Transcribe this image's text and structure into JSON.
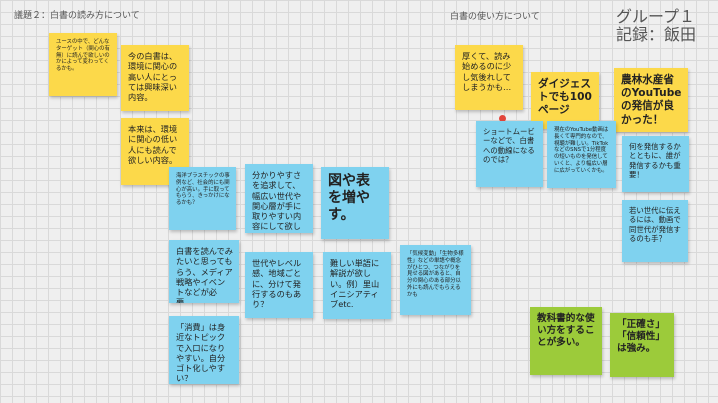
{
  "headings": {
    "left": "議題２：白書の読み方について",
    "right": "白書の使い方について"
  },
  "group_label": "グループ１\n記録：飯田",
  "notes": [
    {
      "id": "n1",
      "text": "ユースの中で、どんな ターゲット（関心の有無）に読んで欲しいのかによって変わってくるかも。"
    },
    {
      "id": "n2",
      "text": "今の白書は、環境に関心の高い人にとっては興味深い内容。"
    },
    {
      "id": "n3",
      "text": "本来は、環境に関心の低い人にも読んで欲しい内容。"
    },
    {
      "id": "n4",
      "text": "海洋プラスチックの事例など、社会的にも関心が高い。手に取ってもらう、きっかけになるかも？"
    },
    {
      "id": "n5",
      "text": "分かりやすさを追求して、幅広い世代や関心層が手に取りやすい内容にして欲しい。"
    },
    {
      "id": "n6",
      "text": "図や表を増やす。"
    },
    {
      "id": "n7",
      "text": "白書を読んでみたいと思ってもらう、メディア戦略やイベントなどが必要。"
    },
    {
      "id": "n8",
      "text": "世代やレベル感、地域ごとに、分けて発行するのもあり？"
    },
    {
      "id": "n9",
      "text": "難しい単語に解説が欲しい。例）里山イニシアティブetc."
    },
    {
      "id": "n10",
      "text": "「気候変動」「生物多様性」などの単語や概念がひとつ、つながりを見せる図があると、自分の関心のある部分以外にも読んでもらえるかも"
    },
    {
      "id": "n11",
      "text": "「消費」は身近なトピックで入口になりやすい。自分ゴト化しやすい？"
    },
    {
      "id": "n12",
      "text": "厚くて、読み始めるのに少し気後れしてしまうかも…"
    },
    {
      "id": "n13",
      "text": "ダイジェストでも100ページ"
    },
    {
      "id": "n14",
      "text": "農林水産省のYouTubeの発信が良かった！"
    },
    {
      "id": "n15",
      "text": "ショートムービーなどで、白書への動線になるのでは？"
    },
    {
      "id": "n16",
      "text": "現在のYouTube動画は長くて専門的なので、視聴が難しい。TikTokなどのSNSで1分程度の短いものを発信していくと、より幅広い層に広がっていくかも。"
    },
    {
      "id": "n17",
      "text": "何を発信するかとともに、誰が発信するかも重要！"
    },
    {
      "id": "n18",
      "text": "若い世代に伝えるには、動画で同世代が発信するのも手？"
    },
    {
      "id": "n19",
      "text": "教科書的な使い方をすることが多い。"
    },
    {
      "id": "n20",
      "text": "「正確さ」「信頼性」は強み。"
    }
  ]
}
